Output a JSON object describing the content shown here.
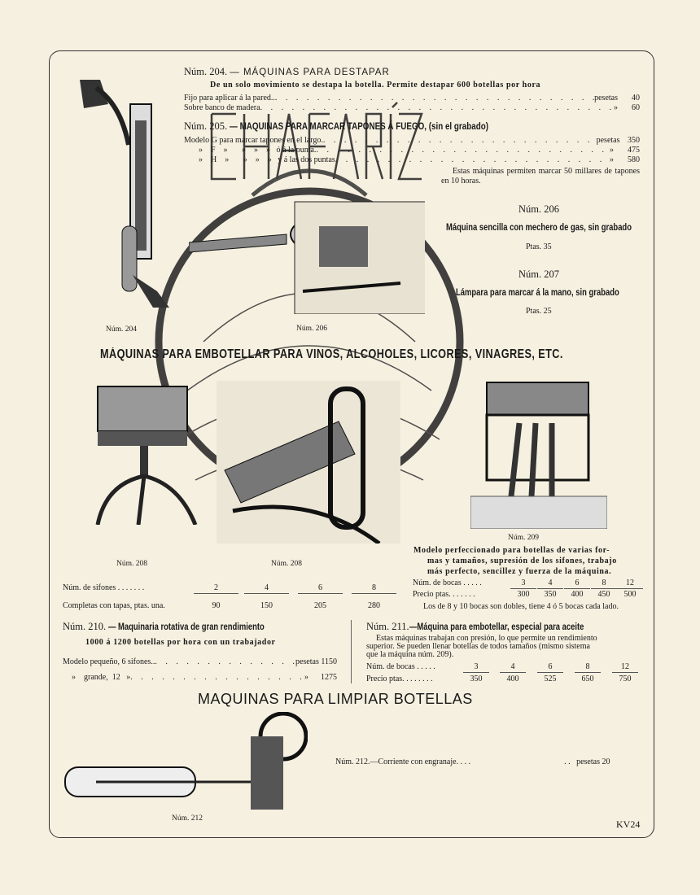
{
  "n204": {
    "title_num": "Núm. 204.",
    "title": "— MÁQUINAS PARA DESTAPAR",
    "subtitle": "De un solo movimiento se destapa la botella. Permite destapar 600 botellas por hora",
    "items": [
      {
        "label": "Fijo para aplicar á la pared..",
        "unit": "pesetas",
        "price": "40"
      },
      {
        "label": "Sobre banco de madera",
        "unit": "»",
        "price": "60"
      }
    ]
  },
  "n205": {
    "title_num": "Núm. 205.",
    "title": "— MAQUINAS PARA MARCAR TAPONES Á FUEGO, (sin el grabado)",
    "items": [
      {
        "label": "Modelo G para marcar tapones en el largo.",
        "unit": "pesetas",
        "price": "350"
      },
      {
        "label": "»    F    »       »    »    »   ó á la punta.",
        "unit": "»",
        "price": "475"
      },
      {
        "label": "»    H    »       »    »    »   y á las dos puntas",
        "unit": "»",
        "price": "580"
      }
    ],
    "note": "Estas máquinas permiten marcar 50 millares de tapones en 10 horas."
  },
  "n206": {
    "num": "Núm. 206",
    "desc": "Máquina sencilla con mechero de gas, sin grabado",
    "price": "Ptas. 35"
  },
  "n207": {
    "num": "Núm. 207",
    "desc": "Lámpara para marcar á la mano, sin grabado",
    "price": "Ptas. 25"
  },
  "captions": {
    "c204": "Núm. 204",
    "c206": "Núm. 206",
    "c208a": "Núm. 208",
    "c208b": "Núm. 208",
    "c209": "Núm. 209",
    "c212": "Núm. 212"
  },
  "section1": "MÁQUINAS PARA EMBOTELLAR PARA VINOS, ALCOHOLES, LICORES, VINAGRES, ETC.",
  "n208": {
    "row1_label": "Núm. de sifones",
    "row2_label": "Completas con tapas, ptas. una.",
    "sifones": [
      "2",
      "4",
      "6",
      "8"
    ],
    "prices": [
      "90",
      "150",
      "205",
      "280"
    ]
  },
  "n209": {
    "desc": [
      "Modelo perfeccionado para botellas de varias for-",
      "mas y tamaños, supresión de los sifones, trabajo",
      "más perfecto, sencillez y fuerza de la máquina."
    ],
    "row1_label": "Núm. de bocas",
    "row2_label": "Precio ptas.",
    "bocas": [
      "3",
      "4",
      "6",
      "8",
      "12"
    ],
    "prices": [
      "300",
      "350",
      "400",
      "450",
      "500"
    ],
    "note": "Los de 8 y 10 bocas son dobles, tiene 4 ó 5 bocas cada lado."
  },
  "n210": {
    "title_num": "Núm. 210.",
    "title": "— Maquinaria rotativa de gran rendimiento",
    "subtitle": "1000 á 1200 botellas por hora con un trabajador",
    "items": [
      {
        "label": "Modelo pequeño, 6 sifones..",
        "unit": "pesetas",
        "price": "1150"
      },
      {
        "label": "»    grande,  12   »",
        "unit": "»",
        "price": "1275"
      }
    ]
  },
  "n211": {
    "title_num": "Núm. 211.",
    "title": "—Máquina para embotellar, especial para aceite",
    "desc": [
      "Estas máquinas trabajan con presión, lo que permite un rendimiento",
      "superior. Se pueden llenar botellas de todos tamaños (mismo sistema",
      "que la máquina núm. 209)."
    ],
    "row1_label": "Núm. de bocas",
    "row2_label": "Precio ptas.",
    "bocas": [
      "3",
      "4",
      "6",
      "8",
      "12"
    ],
    "prices": [
      "350",
      "400",
      "525",
      "650",
      "750"
    ]
  },
  "section2": "MAQUINAS PARA LIMPIAR BOTELLAS",
  "n212": {
    "label": "Núm. 212.—Corriente con engranaje.",
    "unit": "pesetas",
    "price": "20"
  },
  "watermark": "CHAFARÍZ",
  "page_code": "KV24"
}
